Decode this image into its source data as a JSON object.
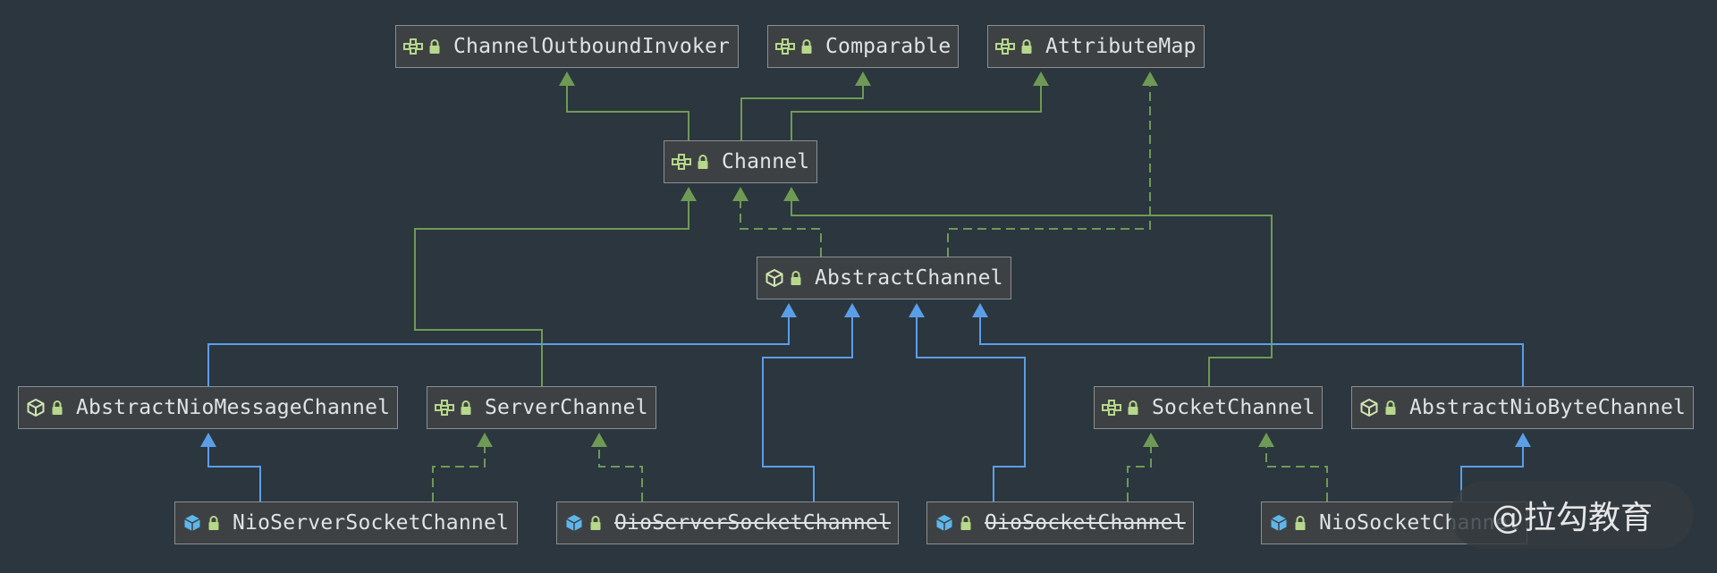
{
  "diagram": {
    "nodes": {
      "channel_outbound_invoker": "ChannelOutboundInvoker",
      "comparable": "Comparable",
      "attribute_map": "AttributeMap",
      "channel": "Channel",
      "abstract_channel": "AbstractChannel",
      "abstract_nio_message_channel": "AbstractNioMessageChannel",
      "server_channel": "ServerChannel",
      "socket_channel": "SocketChannel",
      "abstract_nio_byte_channel": "AbstractNioByteChannel",
      "nio_server_socket_channel": "NioServerSocketChannel",
      "oio_server_socket_channel": "OioServerSocketChannel",
      "oio_socket_channel": "OioSocketChannel",
      "nio_socket_channel": "NioSocketChannel"
    },
    "colors": {
      "background": "#2b363e",
      "implements_arrow": "#6e9a55",
      "extends_arrow": "#5b9ee8",
      "interface_icon": "#b6d88a",
      "class_icon": "#cfe6b0",
      "final_class_icon": "#5fb6ec"
    }
  },
  "watermark": {
    "text": "@拉勾教育"
  }
}
